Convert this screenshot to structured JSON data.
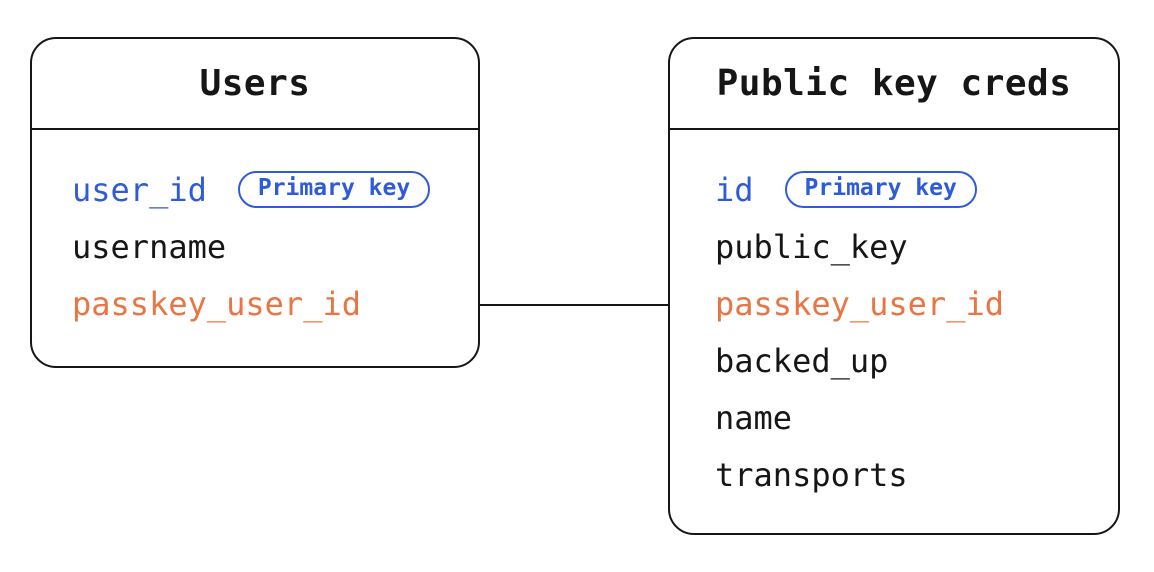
{
  "colors": {
    "background": "#ffffff",
    "stroke": "#161616",
    "text": "#161616",
    "primary_key_blue": "#2e5bd8",
    "foreign_key_orange": "#ea7544"
  },
  "diagram": {
    "tables": [
      {
        "title": "Users",
        "fields": [
          {
            "name": "user_id",
            "color": "#2e5bd8",
            "badge": "Primary key"
          },
          {
            "name": "username",
            "color": "#161616"
          },
          {
            "name": "passkey_user_id",
            "color": "#ea7544"
          }
        ]
      },
      {
        "title": "Public key creds",
        "fields": [
          {
            "name": "id",
            "color": "#2e5bd8",
            "badge": "Primary key"
          },
          {
            "name": "public_key",
            "color": "#161616"
          },
          {
            "name": "passkey_user_id",
            "color": "#ea7544"
          },
          {
            "name": "backed_up",
            "color": "#161616"
          },
          {
            "name": "name",
            "color": "#161616"
          },
          {
            "name": "transports",
            "color": "#161616"
          }
        ]
      }
    ],
    "relationship": {
      "from_table": "Users",
      "from_field": "passkey_user_id",
      "to_table": "Public key creds",
      "to_field": "passkey_user_id"
    }
  }
}
